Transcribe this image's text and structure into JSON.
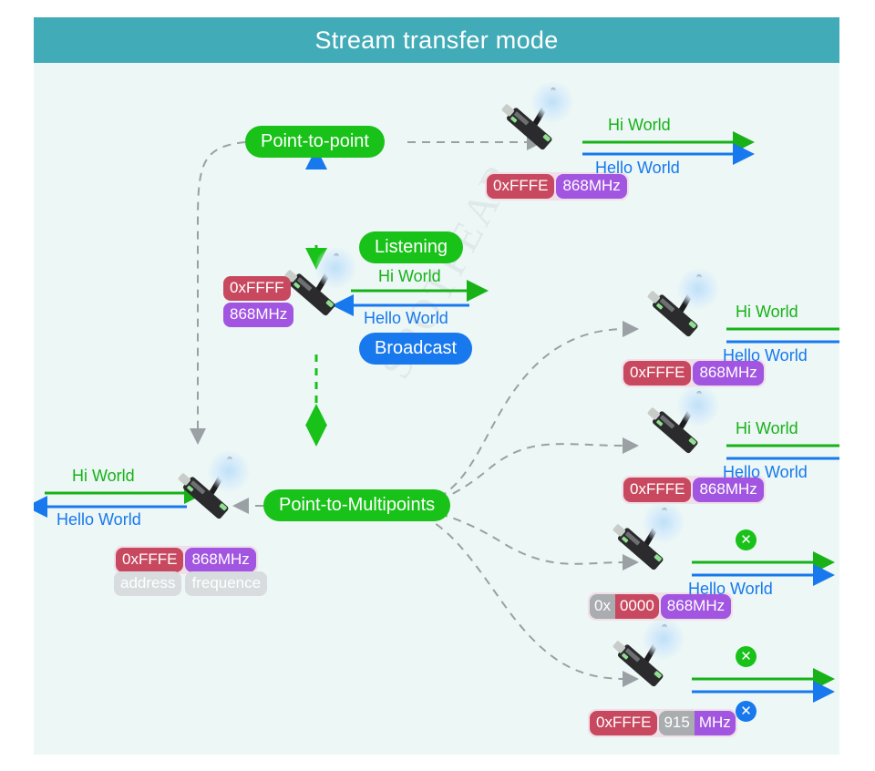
{
  "header": {
    "title": "Stream transfer mode"
  },
  "watermark": "SPOTPEAR",
  "colors": {
    "header_bg": "#42abb8",
    "canvas_bg": "#ecf7f6",
    "green": "#18c218",
    "blue": "#1878ed",
    "address_chip": "#c8495f",
    "frequency_chip": "#a155e0",
    "disabled_chip": "#a9adaf",
    "wire": "#9aa0a3"
  },
  "labels": {
    "point_to_point": "Point-to-point",
    "point_to_multipoints": "Point-to-Multipoints",
    "listening": "Listening",
    "broadcast": "Broadcast",
    "hi_world": "Hi World",
    "hello_world": "Hello World",
    "address": "address",
    "frequence": "frequence",
    "x_mark": "✕"
  },
  "nodes": {
    "p2p_remote": {
      "address": "0xFFFE",
      "frequency": "868MHz",
      "tx_label": "Hi World",
      "rx_label": "Hello World",
      "tx_ok": true,
      "rx_ok": true
    },
    "center": {
      "address": "0xFFFF",
      "frequency": "868MHz",
      "mode_top": "Listening",
      "mode_bottom": "Broadcast",
      "tx_label": "Hi World",
      "rx_label": "Hello World"
    },
    "left": {
      "address": "0xFFFE",
      "frequency": "868MHz",
      "address_caption": "address",
      "frequency_caption": "frequence",
      "tx_label": "Hi World",
      "rx_label": "Hello World"
    },
    "multi_1": {
      "address": "0xFFFE",
      "frequency": "868MHz",
      "tx_label": "Hi World",
      "rx_label": "Hello World",
      "tx_ok": true,
      "rx_ok": true
    },
    "multi_2": {
      "address": "0xFFFE",
      "frequency": "868MHz",
      "tx_label": "Hi World",
      "rx_label": "Hello World",
      "tx_ok": true,
      "rx_ok": true
    },
    "multi_3": {
      "address_prefix": "0x",
      "address_suffix": "0000",
      "frequency": "868MHz",
      "tx_label": "",
      "rx_label": "Hello World",
      "tx_ok": false,
      "rx_ok": true
    },
    "multi_4": {
      "address": "0xFFFE",
      "frequency_prefix": "915",
      "frequency_suffix": "MHz",
      "tx_label": "",
      "rx_label": "",
      "tx_ok": false,
      "rx_ok": false
    }
  }
}
